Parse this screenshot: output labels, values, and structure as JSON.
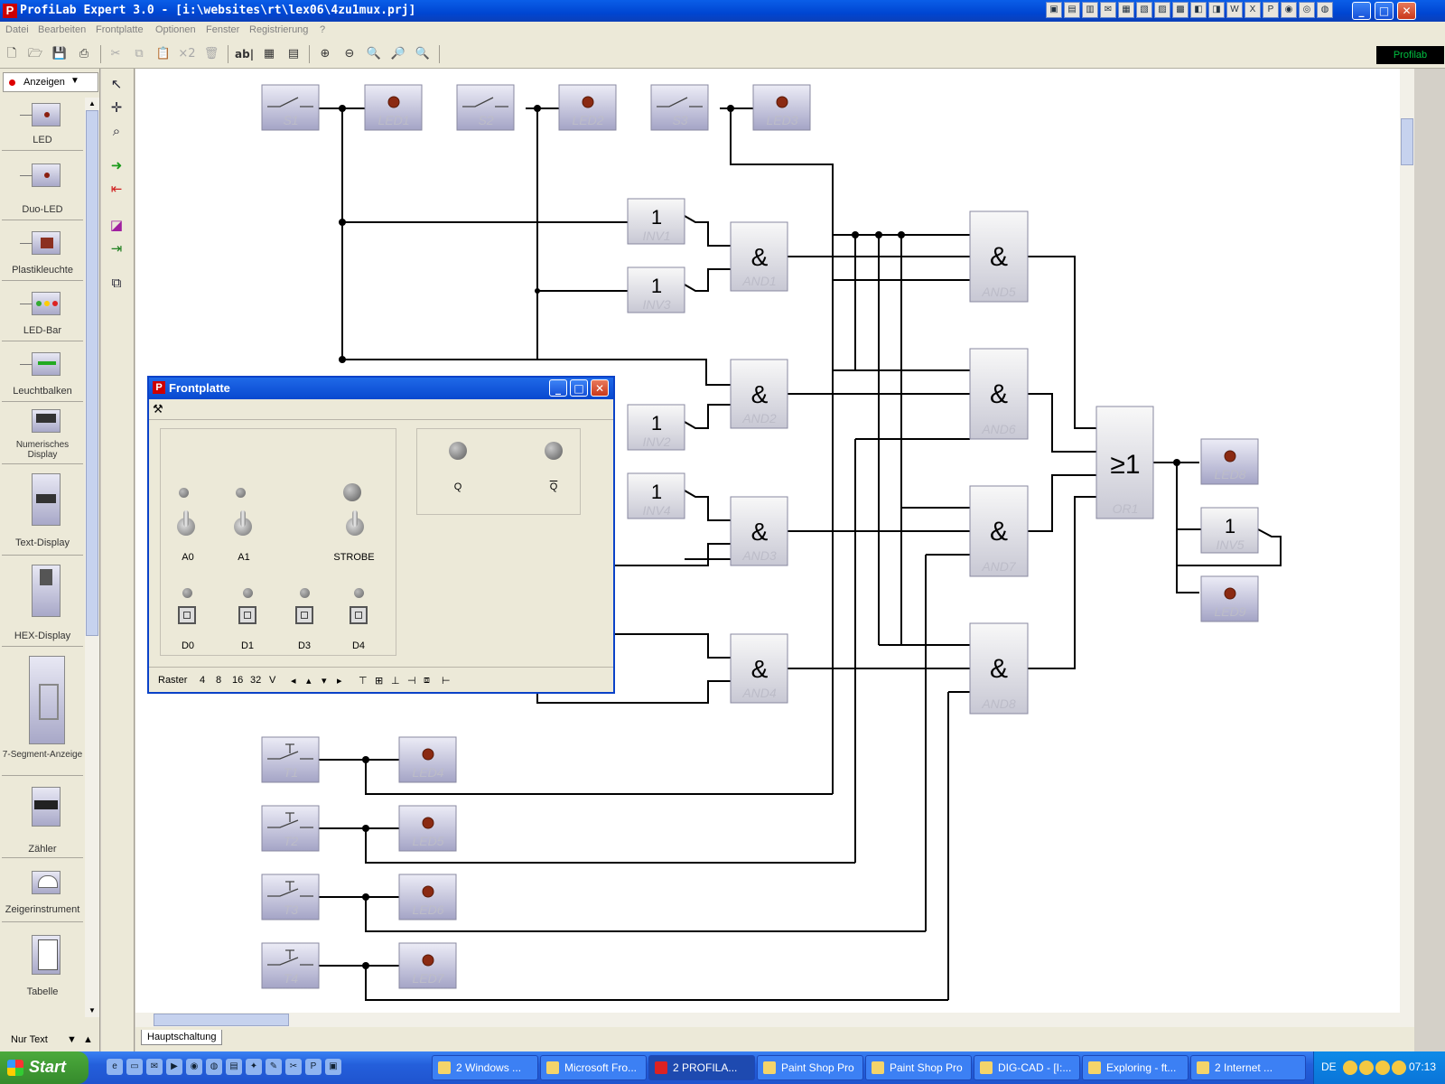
{
  "window": {
    "title": "ProfiLab Expert 3.0 - [i:\\websites\\rt\\lex06\\4zu1mux.prj]",
    "app_icon": "P",
    "min": "_",
    "max": "□",
    "close": "✕"
  },
  "menu": [
    "Datei",
    "Bearbeiten",
    "Frontplatte",
    "Optionen",
    "Fenster",
    "Registrierung",
    "?"
  ],
  "toolbar": {
    "badge": "Profilab"
  },
  "palette": {
    "header": "Anzeigen",
    "items": [
      {
        "label": "LED"
      },
      {
        "label": "Duo-LED"
      },
      {
        "label": "Plastikleuchte"
      },
      {
        "label": "LED-Bar"
      },
      {
        "label": "Leuchtbalken"
      },
      {
        "label": "Numerisches Display"
      },
      {
        "label": "Text-Display"
      },
      {
        "label": "HEX-Display"
      },
      {
        "label": "7-Segment-Anzeige"
      },
      {
        "label": "Zähler"
      },
      {
        "label": "Zeigerinstrument"
      },
      {
        "label": "Tabelle"
      }
    ],
    "footer": "Nur Text"
  },
  "canvas": {
    "tab": "Hauptschaltung",
    "switches": [
      "S1",
      "S2",
      "S3"
    ],
    "buttons": [
      "T1",
      "T2",
      "T3",
      "T4"
    ],
    "leds": [
      "LED1",
      "LED2",
      "LED3",
      "LED4",
      "LED5",
      "LED6",
      "LED7",
      "LED8",
      "LED9"
    ],
    "inverters": [
      "INV1",
      "INV3",
      "INV2",
      "INV4",
      "INV5"
    ],
    "and_gates": [
      "AND1",
      "AND2",
      "AND3",
      "AND4",
      "AND5",
      "AND6",
      "AND7",
      "AND8"
    ],
    "or_gate": "OR1",
    "symbols": {
      "inv": "1",
      "and": "&",
      "or": "≥1"
    }
  },
  "frontplatte": {
    "title": "Frontplatte",
    "labels": {
      "a0": "A0",
      "a1": "A1",
      "strobe": "STROBE",
      "d0": "D0",
      "d1": "D1",
      "d3": "D3",
      "d4": "D4",
      "q": "Q",
      "qbar": "Q"
    },
    "status": {
      "raster": "Raster",
      "v4": "4",
      "v8": "8",
      "v16": "16",
      "v32": "32",
      "v": "V"
    }
  },
  "taskbar": {
    "start": "Start",
    "tasks": [
      {
        "label": "2 Windows ..."
      },
      {
        "label": "Microsoft Fro..."
      },
      {
        "label": "2 PROFILA..."
      },
      {
        "label": "Paint Shop Pro"
      },
      {
        "label": "Paint Shop Pro"
      },
      {
        "label": "DIG-CAD - [I:..."
      },
      {
        "label": "Exploring - ft..."
      },
      {
        "label": "2 Internet ..."
      }
    ],
    "lang": "DE",
    "clock": "07:13"
  }
}
